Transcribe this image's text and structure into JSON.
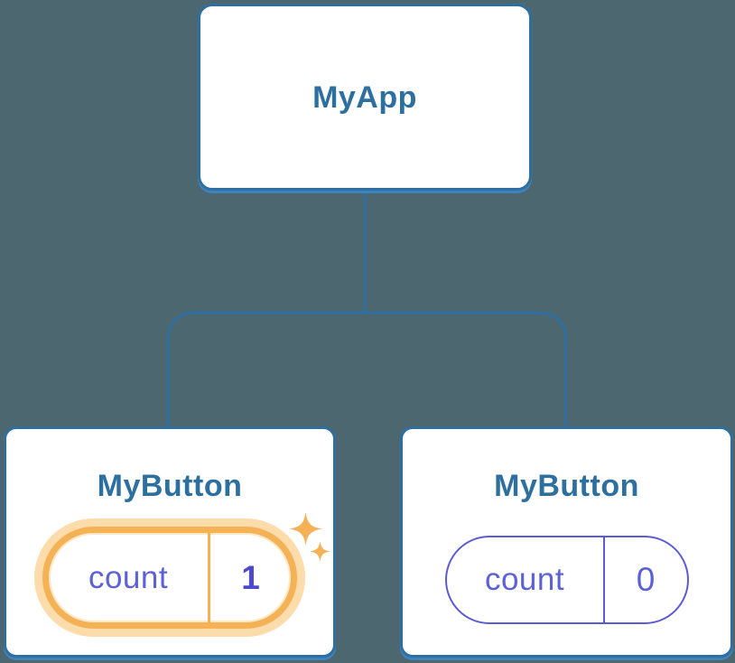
{
  "colors": {
    "background": "#4c6770",
    "tree_line_blue": "#2f6f9f",
    "card_shadow_blue": "#3e83bd",
    "node_text_blue": "#2d6f9f",
    "state_text_purple": "#5c61d6",
    "state_value_bold_purple": "#4b49ce",
    "state_border_purple": "#5b5bd6",
    "highlight_orange": "#f5b155",
    "highlight_halo_orange": "#fbdcaa",
    "sparkle_orange": "#f5b155"
  },
  "icons": {
    "sparkles": "four-point-star sparkles marking updated state"
  },
  "tree": {
    "root": {
      "label": "MyApp"
    },
    "children": [
      {
        "label": "MyButton",
        "state": {
          "key": "count",
          "value": "1"
        },
        "highlighted": true
      },
      {
        "label": "MyButton",
        "state": {
          "key": "count",
          "value": "0"
        },
        "highlighted": false
      }
    ]
  }
}
